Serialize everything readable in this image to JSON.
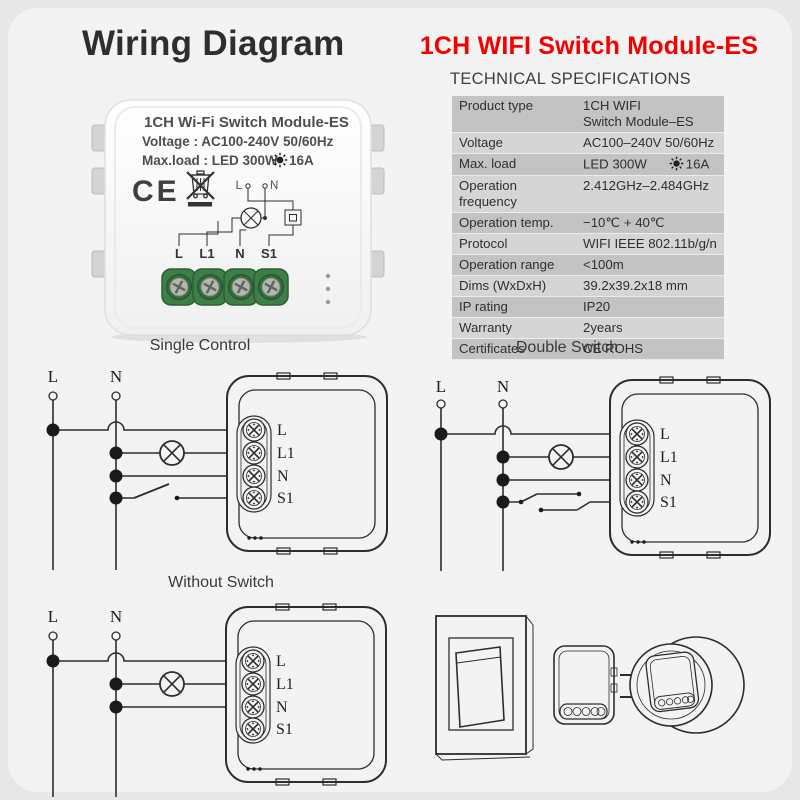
{
  "page": {
    "title": "Wiring Diagram"
  },
  "product": {
    "name": "1CH WIFI Switch Module-ES",
    "photo": {
      "title": "1CH Wi-Fi Switch Module-ES",
      "voltage": "Voltage : AC100-240V 50/60Hz",
      "max_load": "Max.load : LED 300W",
      "max_load_amps": "16A",
      "ce_mark": "CE",
      "mini_l": "L",
      "mini_n": "N",
      "terminals": [
        "L",
        "L1",
        "N",
        "S1"
      ]
    }
  },
  "specs": {
    "heading": "TECHNICAL SPECIFICATIONS",
    "rows": [
      {
        "label": "Product type",
        "value": "1CH WIFI\nSwitch Module–ES"
      },
      {
        "label": "Voltage",
        "value": "AC100–240V 50/60Hz"
      },
      {
        "label": "Max. load",
        "value": "LED 300W",
        "value2": "16A"
      },
      {
        "label": "Operation frequency",
        "value": "2.412GHz–2.484GHz"
      },
      {
        "label": "Operation temp.",
        "value": "−10℃ + 40℃"
      },
      {
        "label": "Protocol",
        "value": "WIFI  IEEE 802.11b/g/n"
      },
      {
        "label": "Operation range",
        "value": "<100m"
      },
      {
        "label": "Dims (WxDxH)",
        "value": "39.2x39.2x18 mm"
      },
      {
        "label": "IP rating",
        "value": "IP20"
      },
      {
        "label": "Warranty",
        "value": "2years"
      },
      {
        "label": "Certificates",
        "value": "CE ROHS"
      }
    ]
  },
  "diagrams": {
    "single_title": "Single Control",
    "double_title": "Double Switch",
    "without_title": "Without Switch",
    "rail_l": "L",
    "rail_n": "N",
    "terminals": [
      "L",
      "L1",
      "N",
      "S1"
    ]
  },
  "colors": {
    "accent_red": "#f40000",
    "table_row_dark": "#c3c3c3",
    "table_row_light": "#d5d5d5",
    "terminal_green": "#3e7f47",
    "line": "#2d2d2d"
  }
}
